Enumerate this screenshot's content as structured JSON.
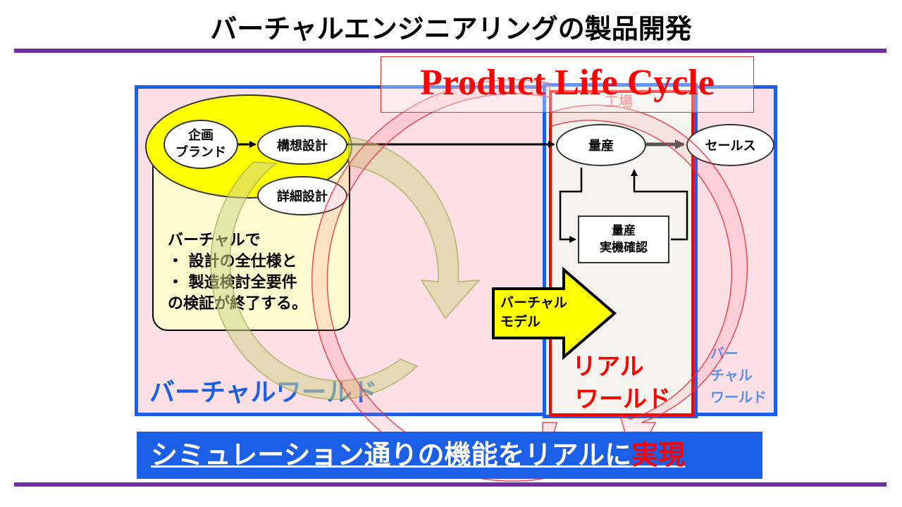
{
  "page": {
    "title": "バーチャルエンジニアリングの製品開発"
  },
  "overlay": {
    "plc_label": "Product Life Cycle"
  },
  "virtual_world": {
    "label": "バーチャルワールド",
    "planning": [
      "企画",
      "ブランド"
    ],
    "concept_design": "構想設計",
    "detail_design": "詳細設計",
    "note": [
      "バーチャルで",
      "・ 設計の全仕様と",
      "・ 製造検討全要件",
      "の検証が終了する。"
    ]
  },
  "factory": {
    "label": "工場",
    "mass_production": "量産",
    "verification": [
      "量産",
      "実機確認"
    ]
  },
  "real_world": {
    "label": [
      "リアル",
      "ワールド"
    ]
  },
  "sales": {
    "label": "セールス"
  },
  "right_virtual": {
    "label": [
      "バー",
      "チャル",
      "ワールド"
    ]
  },
  "virtual_model_arrow": {
    "label": [
      "バーチャル",
      "モデル"
    ]
  },
  "bottom_banner": {
    "text": "シミュレーション通りの機能をリアルに",
    "highlight": "実現"
  },
  "colors": {
    "accent_purple": "#7030a0",
    "frame_blue": "#1a5fe6",
    "real_red": "#ff0000",
    "banner_blue": "#1a5fe6",
    "highlight_yellow": "#ffff00"
  }
}
